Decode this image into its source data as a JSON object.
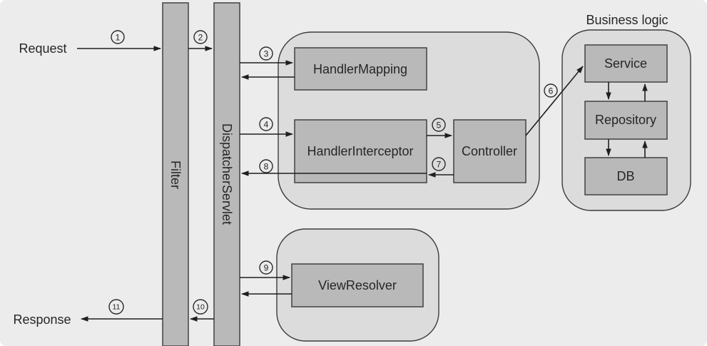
{
  "colors": {
    "background": "#ececec",
    "container_fill": "#dcdcdc",
    "box_fill": "#b9b9b9",
    "line": "#1f1f1f",
    "text": "#262626"
  },
  "labels": {
    "request": "Request",
    "response": "Response",
    "filter": "Filter",
    "dispatcher_servlet": "DispatcherServlet",
    "handler_mapping": "HandlerMapping",
    "handler_interceptor": "HandlerInterceptor",
    "controller": "Controller",
    "view_resolver": "ViewResolver",
    "business_logic": "Business logic",
    "service": "Service",
    "repository": "Repository",
    "db": "DB"
  },
  "steps": {
    "s1": "1",
    "s2": "2",
    "s3": "3",
    "s4": "4",
    "s5": "5",
    "s6": "6",
    "s7": "7",
    "s8": "8",
    "s9": "9",
    "s10": "10",
    "s11": "11"
  }
}
